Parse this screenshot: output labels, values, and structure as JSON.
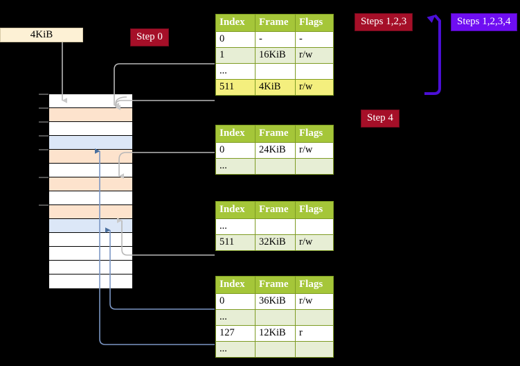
{
  "labels": {
    "mem_size": "4KiB",
    "step0": "Step 0",
    "steps123": "Steps 1,2,3",
    "steps1234": "Steps 1,2,3,4",
    "step4": "Step 4"
  },
  "colors": {
    "red_badge": "#a50f28",
    "purple_badge": "#6f0ef2",
    "table_header": "#a5c639",
    "table_alt_row": "#e7eed5",
    "highlight": "#f4ef7e",
    "mem_orange": "#fde3cd",
    "mem_blue": "#dce7f7",
    "mem_label": "#fdf1d5",
    "gray_arrow": "#b8b8b8",
    "blue_arrow": "#7b96c4"
  },
  "tables": [
    {
      "name": "pml4-table",
      "headers": [
        "Index",
        "Frame",
        "Flags"
      ],
      "rows": [
        {
          "cells": [
            "0",
            "-",
            "-"
          ],
          "style": "plain",
          "highlight": [
            false,
            false,
            false
          ]
        },
        {
          "cells": [
            "1",
            "16KiB",
            "r/w"
          ],
          "style": "alt",
          "highlight": [
            false,
            false,
            false
          ]
        },
        {
          "cells": [
            "...",
            "",
            ""
          ],
          "style": "plain",
          "highlight": [
            false,
            false,
            false
          ]
        },
        {
          "cells": [
            "511",
            "4KiB",
            "r/w"
          ],
          "style": "alt",
          "highlight": [
            true,
            true,
            true
          ]
        }
      ]
    },
    {
      "name": "pdpt-table",
      "headers": [
        "Index",
        "Frame",
        "Flags"
      ],
      "rows": [
        {
          "cells": [
            "0",
            "24KiB",
            "r/w"
          ],
          "style": "plain",
          "highlight": [
            false,
            false,
            false
          ]
        },
        {
          "cells": [
            "...",
            "",
            ""
          ],
          "style": "alt",
          "highlight": [
            false,
            false,
            false
          ]
        }
      ]
    },
    {
      "name": "pd-table",
      "headers": [
        "Index",
        "Frame",
        "Flags"
      ],
      "rows": [
        {
          "cells": [
            "...",
            "",
            ""
          ],
          "style": "plain",
          "highlight": [
            false,
            false,
            false
          ]
        },
        {
          "cells": [
            "511",
            "32KiB",
            "r/w"
          ],
          "style": "alt",
          "highlight": [
            false,
            false,
            false
          ]
        }
      ]
    },
    {
      "name": "pt-table",
      "headers": [
        "Index",
        "Frame",
        "Flags"
      ],
      "rows": [
        {
          "cells": [
            "0",
            "36KiB",
            "r/w"
          ],
          "style": "plain",
          "highlight": [
            false,
            false,
            false
          ]
        },
        {
          "cells": [
            "...",
            "",
            ""
          ],
          "style": "alt",
          "highlight": [
            false,
            false,
            false
          ]
        },
        {
          "cells": [
            "127",
            "12KiB",
            "r"
          ],
          "style": "plain",
          "highlight": [
            false,
            false,
            false
          ]
        },
        {
          "cells": [
            "...",
            "",
            ""
          ],
          "style": "alt",
          "highlight": [
            false,
            false,
            false
          ]
        }
      ]
    }
  ],
  "memory_block": {
    "rows": [
      {
        "fill": "white"
      },
      {
        "fill": "orange"
      },
      {
        "fill": "white"
      },
      {
        "fill": "blue"
      },
      {
        "fill": "orange"
      },
      {
        "fill": "white"
      },
      {
        "fill": "orange"
      },
      {
        "fill": "white"
      },
      {
        "fill": "orange"
      },
      {
        "fill": "blue"
      },
      {
        "fill": "white"
      },
      {
        "fill": "white"
      },
      {
        "fill": "white"
      },
      {
        "fill": "white"
      }
    ]
  }
}
